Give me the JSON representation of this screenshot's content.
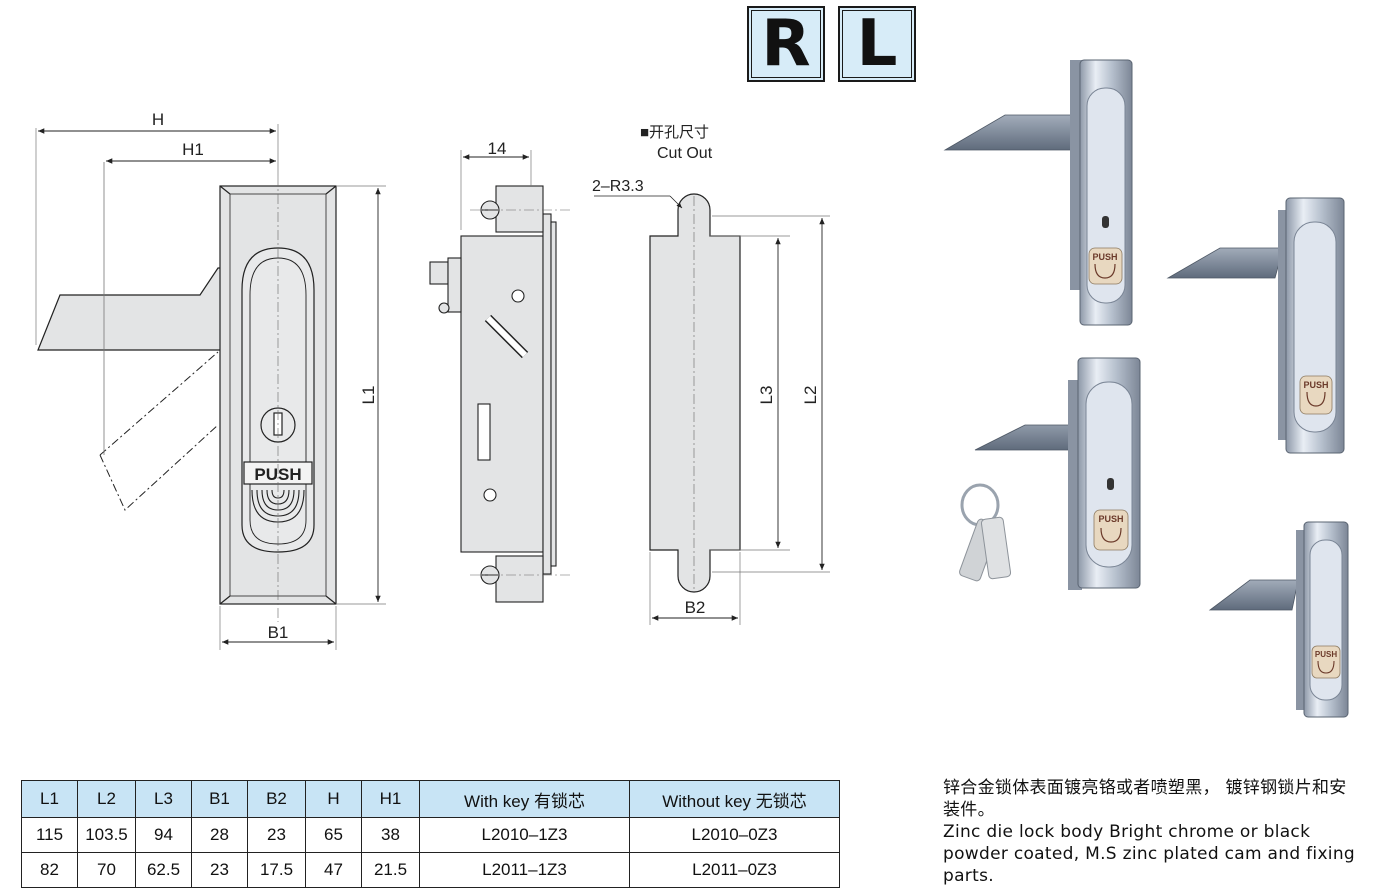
{
  "badges": {
    "right": "R",
    "left": "L"
  },
  "drawing": {
    "front": {
      "h": "H",
      "h1": "H1",
      "l1": "L1",
      "b1": "B1",
      "push": "PUSH"
    },
    "side": {
      "dim_14": "14"
    },
    "cutout": {
      "title_cn": "■开孔尺寸",
      "title_en": "Cut Out",
      "radius": "2–R3.3",
      "l3": "L3",
      "l2": "L2",
      "b2": "B2"
    }
  },
  "photos": {
    "push_label": "PUSH"
  },
  "table": {
    "headers": [
      "L1",
      "L2",
      "L3",
      "B1",
      "B2",
      "H",
      "H1",
      "With key  有锁芯",
      "Without key  无锁芯"
    ],
    "rows": [
      [
        "115",
        "103.5",
        "94",
        "28",
        "23",
        "65",
        "38",
        "L2010–1Z3",
        "L2010–0Z3"
      ],
      [
        "82",
        "70",
        "62.5",
        "23",
        "17.5",
        "47",
        "21.5",
        "L2011–1Z3",
        "L2011–0Z3"
      ]
    ]
  },
  "description": {
    "cn": "锌合金锁体表面镀亮铬或者喷塑黑，  镀锌钢锁片和安装件。",
    "en": "Zinc die lock body Bright chrome or black powder coated, M.S zinc plated cam and fixing parts."
  }
}
